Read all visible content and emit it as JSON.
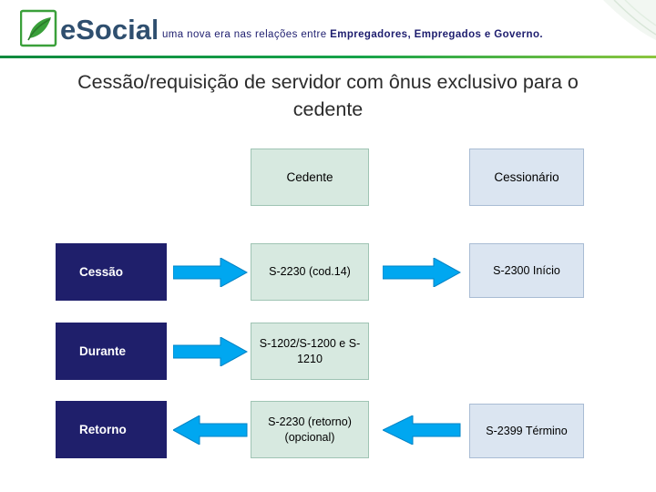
{
  "header": {
    "logo_text": "eSocial",
    "tagline_plain": "uma nova era nas relações entre ",
    "tagline_bold": "Empregadores, Empregados e Governo.",
    "rule_color": "#16a34a"
  },
  "title": "Cessão/requisição de servidor com ônus exclusivo para o cedente",
  "diagram": {
    "columns": [
      {
        "label": "Cedente",
        "color": "#d7e9e0"
      },
      {
        "label": "Cessionário",
        "color": "#dbe5f1"
      }
    ],
    "rows": [
      {
        "label": "Cessão",
        "cedente": "S-2230 (cod.14)",
        "cessionario": "S-2300 Início",
        "arrow_left_to_cedente": true,
        "arrow_cedente_to_cessionario": true
      },
      {
        "label": "Durante",
        "cedente": "S-1202/S-1200 e S-1210",
        "cessionario": "",
        "arrow_left_to_cedente": true,
        "arrow_cedente_to_cessionario": false
      },
      {
        "label": "Retorno",
        "cedente": "S-2230 (retorno) (opcional)",
        "cessionario": "S-2399 Término",
        "arrow_cedente_to_left": true,
        "arrow_cessionario_to_cedente": true
      }
    ],
    "colors": {
      "label_box": "#1f1f6b",
      "arrow_fill": "#00a7f0",
      "arrow_stroke": "#0066b3",
      "green_cell": "#d7e9e0",
      "blue_cell": "#dbe5f1"
    }
  }
}
